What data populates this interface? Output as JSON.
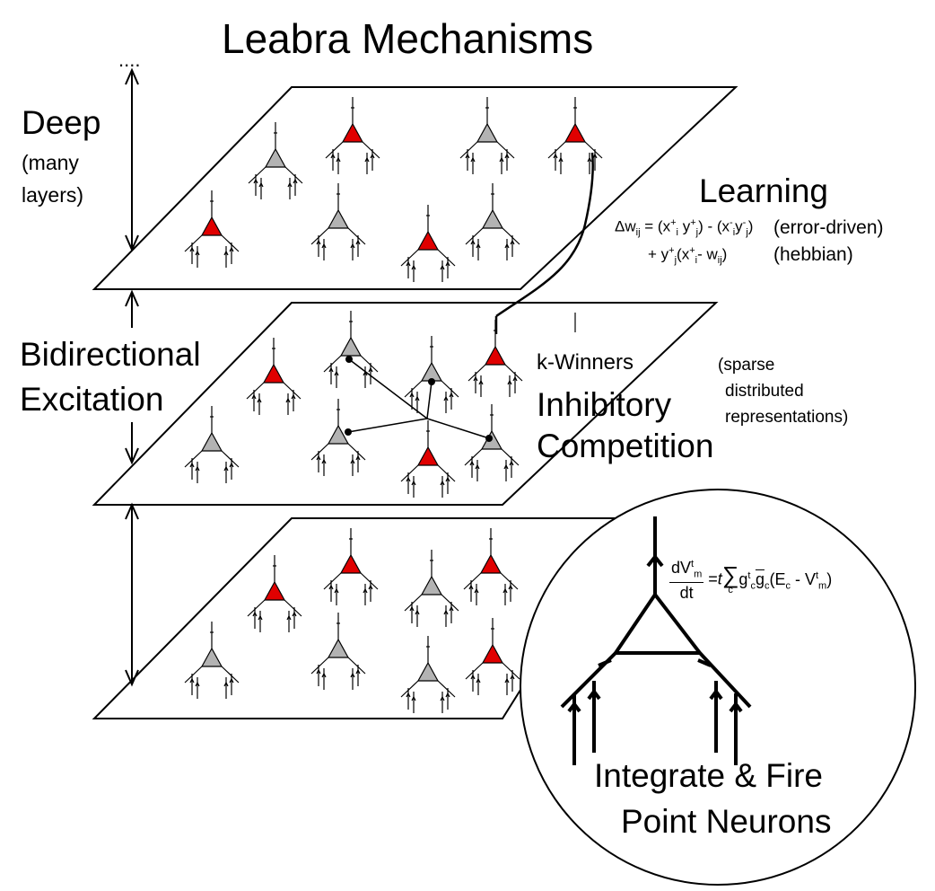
{
  "title": "Leabra Mechanisms",
  "top_ellipsis": "....",
  "deep": {
    "label": "Deep",
    "sub1": "(many",
    "sub2": "layers)"
  },
  "bidirectional": {
    "line1": "Bidirectional",
    "line2": "Excitation"
  },
  "learning": {
    "title": "Learning",
    "error_driven": "(error-driven)",
    "hebbian": "(hebbian)"
  },
  "inhibition": {
    "kwinners": "k-Winners",
    "line1": "Inhibitory",
    "line2": "Competition",
    "note1": "(sparse",
    "note2": "distributed",
    "note3": "representations)"
  },
  "neuron": {
    "line1": "Integrate & Fire",
    "line2": "Point Neurons"
  },
  "colors": {
    "active": "#e00000",
    "inactive": "#b3b3b3",
    "line": "#000000"
  }
}
